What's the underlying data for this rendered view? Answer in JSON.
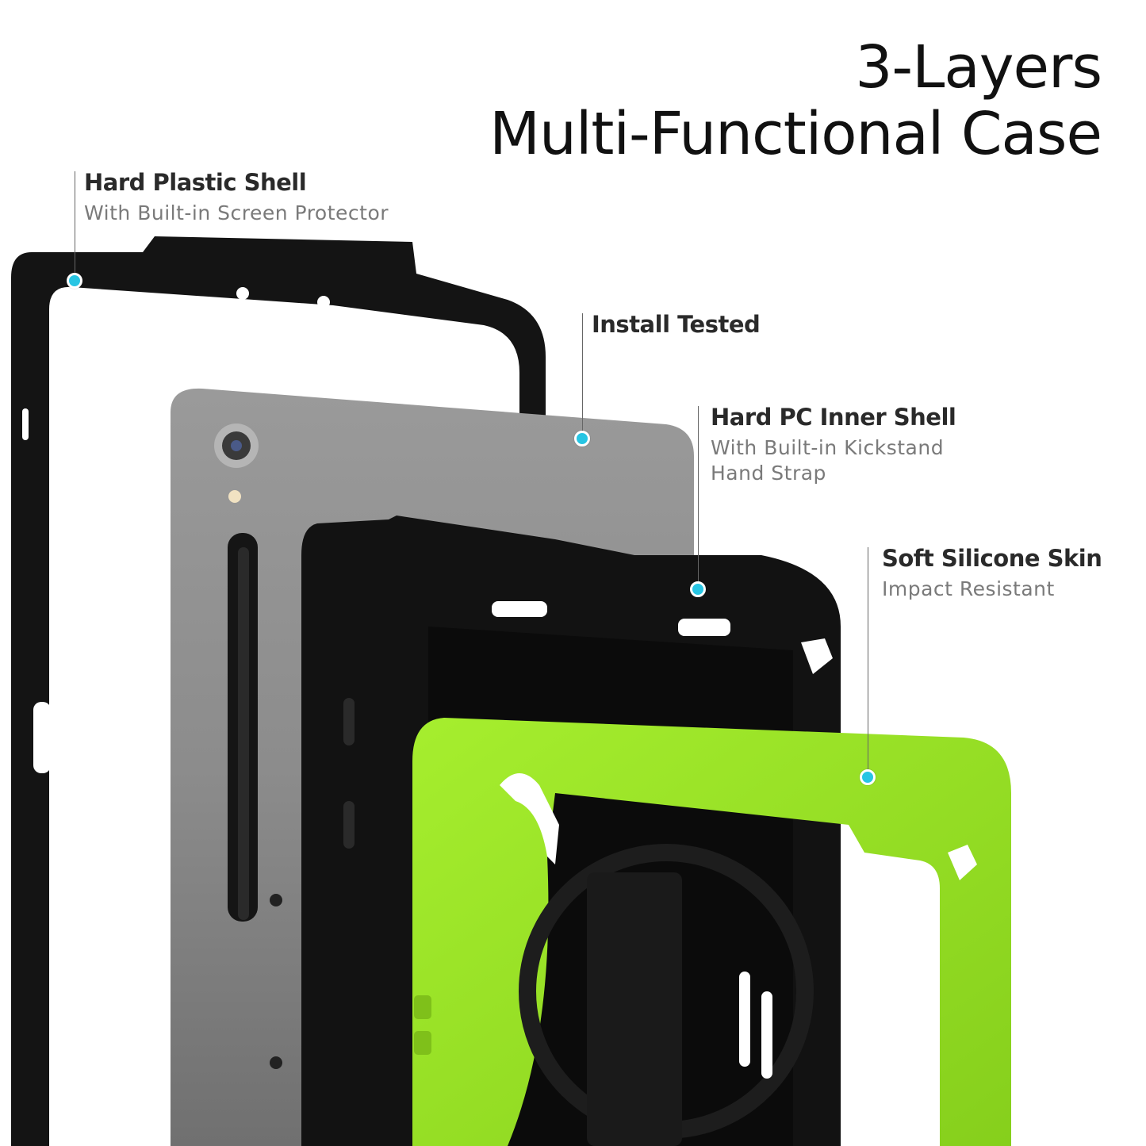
{
  "heading": {
    "line1": "3-Layers",
    "line2": "Multi-Functional Case"
  },
  "callouts": [
    {
      "id": "shell",
      "title": "Hard Plastic Shell",
      "subtitle": [
        "With Built-in Screen Protector"
      ]
    },
    {
      "id": "install",
      "title": "Install Tested",
      "subtitle": []
    },
    {
      "id": "inner",
      "title": "Hard PC Inner Shell",
      "subtitle": [
        "With Built-in Kickstand",
        "Hand Strap"
      ]
    },
    {
      "id": "skin",
      "title": "Soft Silicone Skin",
      "subtitle": [
        "Impact Resistant"
      ]
    }
  ],
  "colors": {
    "marker": "#27c5e3",
    "skin_green": "#9be32a",
    "shell_black": "#111111",
    "tablet_grey": "#8a8a8a"
  },
  "icons": [
    "marker-dot-icon"
  ]
}
